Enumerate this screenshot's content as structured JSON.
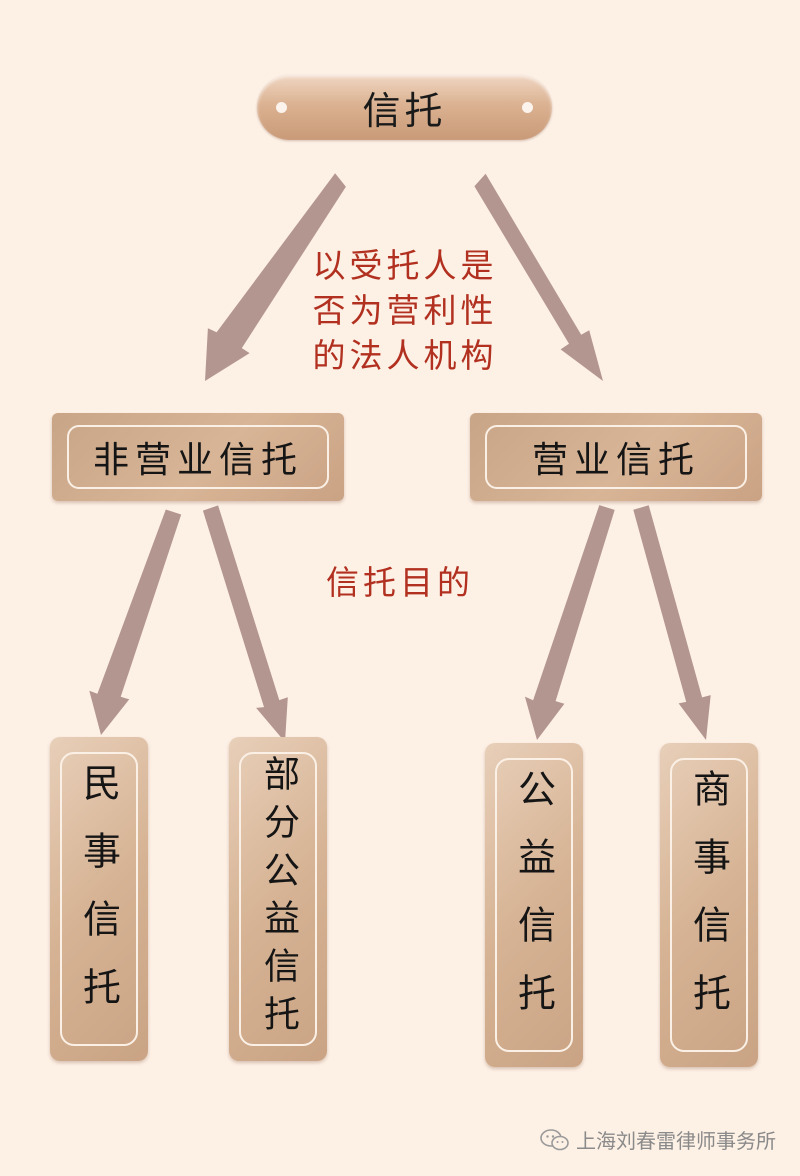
{
  "root": {
    "label": "信托"
  },
  "criterion_1": {
    "label": "以受托人是\n否为营利性\n的法人机构"
  },
  "criterion_2": {
    "label": "信托目的"
  },
  "level1": [
    {
      "label": "非营业信托"
    },
    {
      "label": "营业信托"
    }
  ],
  "level2": [
    {
      "label": "民事信托"
    },
    {
      "label": "部分公益信托"
    },
    {
      "label": "公益信托"
    },
    {
      "label": "商事信托"
    }
  ],
  "footer": {
    "text": "上海刘春雷律师事务所"
  },
  "colors": {
    "background": "#fdf0e5",
    "arrow": "#b49690",
    "label_red": "#b1301f",
    "box_tan": "#d6b394"
  },
  "icons": {
    "footer_logo": "wechat-icon"
  }
}
